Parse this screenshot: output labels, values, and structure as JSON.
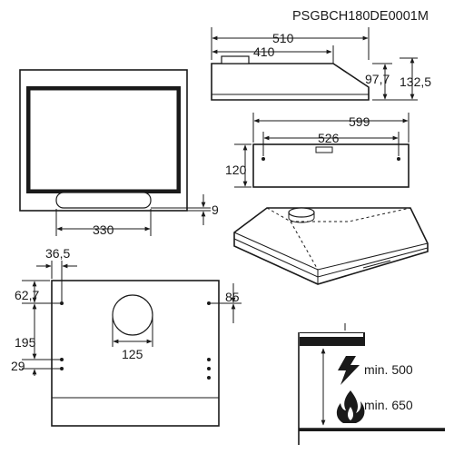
{
  "model_code": "PSGBCH180DE0001M",
  "side_view": {
    "total_depth": "510",
    "inner_depth": "410",
    "front_height": "97,7",
    "total_height": "132,5"
  },
  "rear_view": {
    "width": "599",
    "hole_spacing": "526",
    "height": "120"
  },
  "front_view": {
    "slot_width": "330",
    "slot_offset": "9"
  },
  "mounting_template": {
    "left_offset": "36,5",
    "top_offset": "62,7",
    "right_top_offset": "85",
    "hole_spacing_vertical": "195",
    "hole_spacing_small": "29",
    "duct_diameter": "125"
  },
  "clearance": {
    "electric_min": "min. 500",
    "gas_min": "min. 650"
  },
  "icons": {
    "electric": "lightning-bolt-icon",
    "gas": "flame-icon"
  }
}
